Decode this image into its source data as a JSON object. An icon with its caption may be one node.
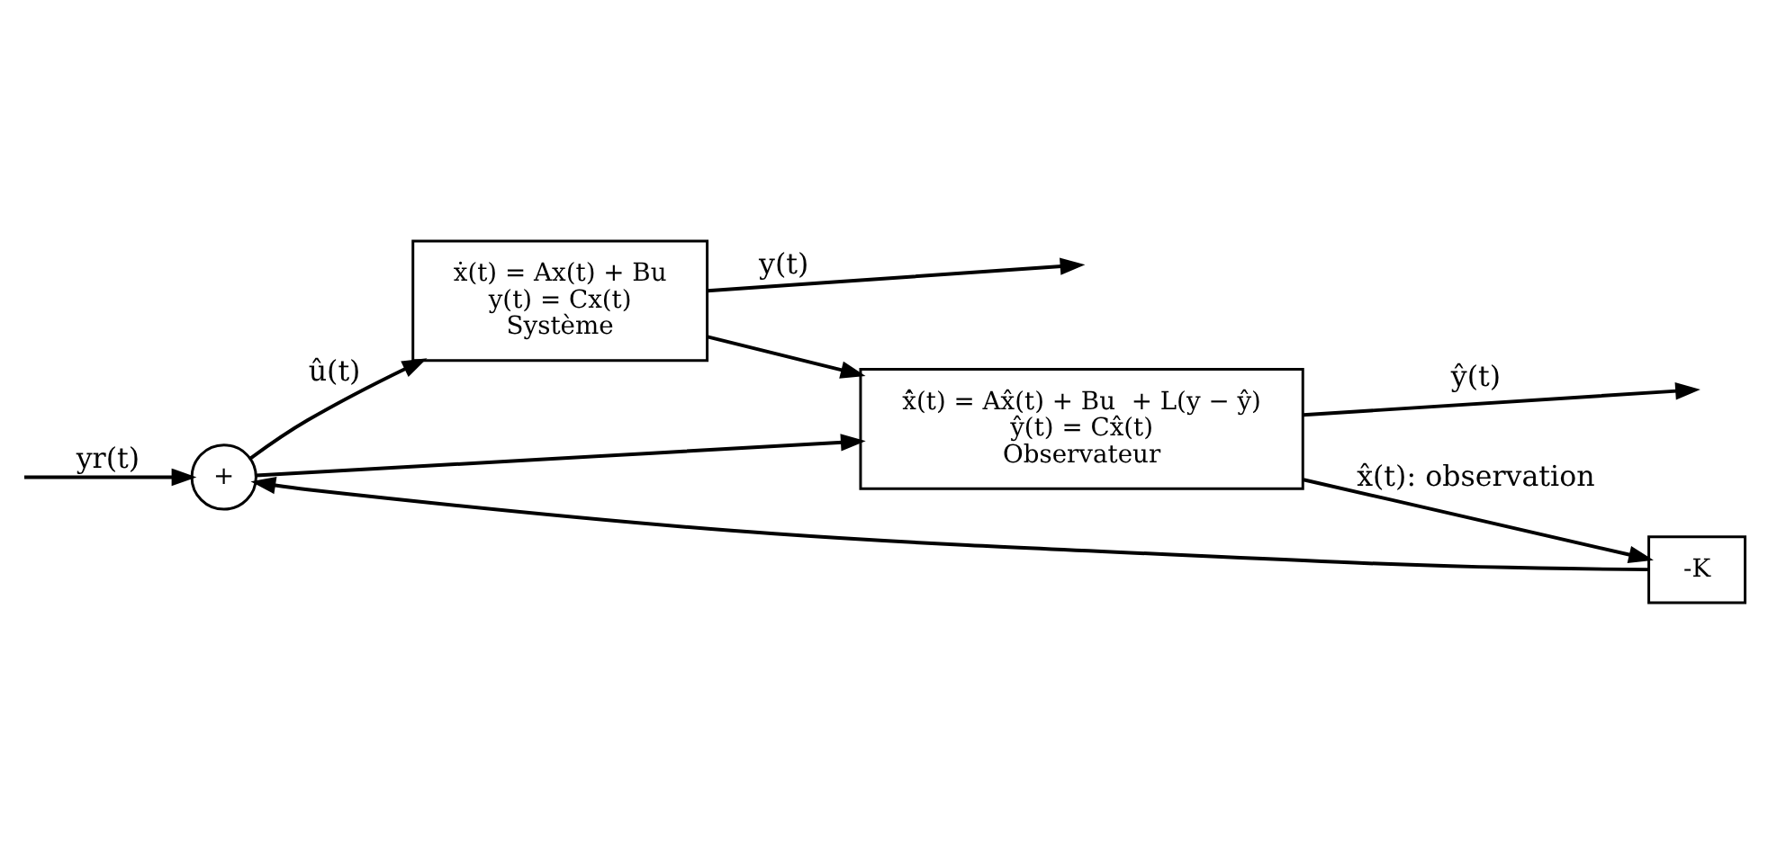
{
  "diagram": {
    "nodes": [
      {
        "text": [
          "+"
        ]
      },
      {
        "text": [
          "ẋ(t) = Ax(t) + Bu",
          "y(t) = Cx(t)",
          "Système"
        ]
      },
      {
        "text": [
          "x̂̇(t) = Ax̂(t) + Bu  + L(y − ŷ)",
          "ŷ(t) = Cx̂(t)",
          "Observateur"
        ]
      },
      {
        "text": [
          "-K"
        ]
      }
    ],
    "edges": [
      {
        "from": null,
        "to": 0,
        "arrow": "to",
        "label": "yr(t)"
      },
      {
        "from": 0,
        "to": 1,
        "arrow": "to",
        "label": "û(t)"
      },
      {
        "from": 0,
        "to": 2,
        "arrow": "to"
      },
      {
        "from": 1,
        "to": null,
        "arrow": "to",
        "label": "y(t)"
      },
      {
        "from": 1,
        "to": 2,
        "arrow": "to"
      },
      {
        "from": 2,
        "to": null,
        "arrow": "to",
        "label": "ŷ(t)"
      },
      {
        "from": 2,
        "to": 3,
        "arrow": "to",
        "label": "x̂(t): observation"
      },
      {
        "from": 3,
        "to": 0,
        "arrow": "to"
      }
    ]
  }
}
